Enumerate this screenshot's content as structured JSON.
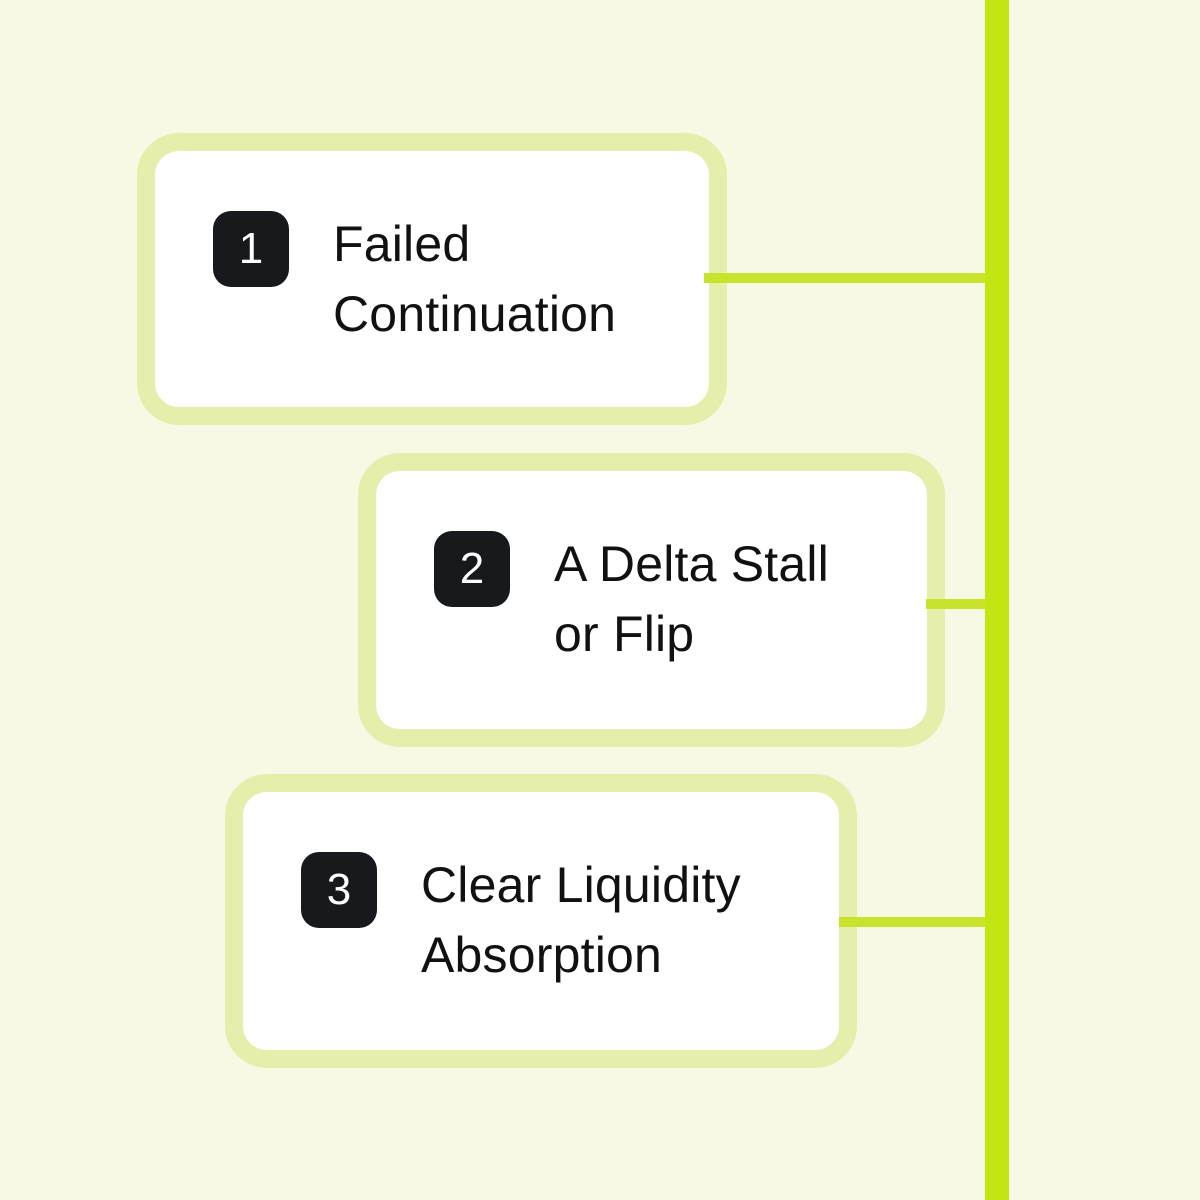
{
  "diagram": {
    "type": "numbered-steps-timeline",
    "colors": {
      "background": "#f7f9e4",
      "timeline": "#c3e512",
      "connector": "#c9e32c",
      "card_border": "#e5efab",
      "badge_background": "#17191d",
      "badge_text": "#ffffff",
      "title_text": "#101112"
    },
    "timeline": {
      "orientation": "vertical",
      "position": "right"
    },
    "cards": [
      {
        "number": "1",
        "title": "Failed\nContinuation"
      },
      {
        "number": "2",
        "title": "A Delta Stall\nor Flip"
      },
      {
        "number": "3",
        "title": "Clear Liquidity\nAbsorption"
      }
    ]
  }
}
